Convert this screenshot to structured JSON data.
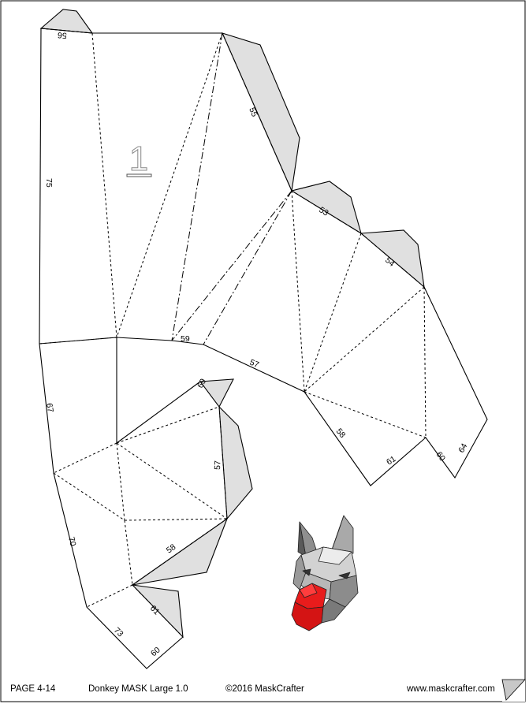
{
  "part_number": "1",
  "edge_numbers": [
    "56",
    "55",
    "75",
    "53",
    "54",
    "59",
    "57",
    "67",
    "58",
    "61",
    "60",
    "64",
    "69",
    "57",
    "70",
    "58",
    "73",
    "61",
    "60"
  ],
  "footer": {
    "page": "PAGE 4-14",
    "title": "Donkey MASK Large 1.0",
    "copyright": "©2016 MaskCrafter",
    "url": "www.maskcrafter.com"
  },
  "colors": {
    "tab_fill": "#e0e0e0",
    "nose_red": "#e81c1c",
    "mask_gray": "#a9a9a9"
  },
  "icons": [
    "donkey-mask-preview-icon",
    "page-curl-icon"
  ]
}
